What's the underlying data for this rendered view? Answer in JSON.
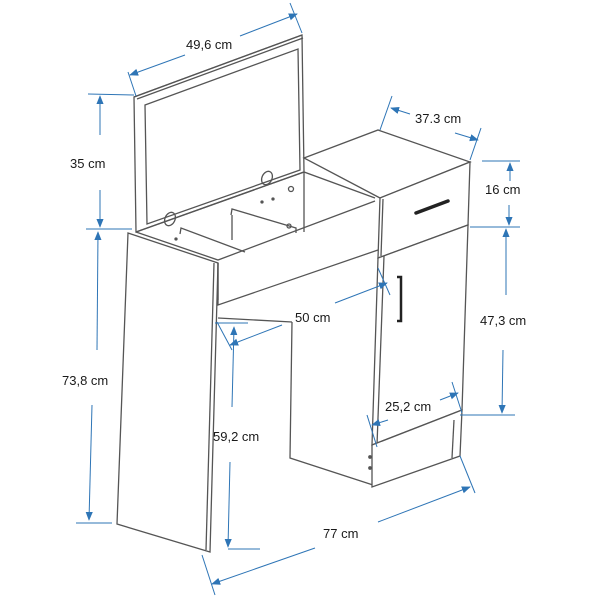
{
  "diagram": {
    "subject": "Dressing table with flip-up mirror, drawer and cabinet door — dimension drawing",
    "colors": {
      "line": "#555555",
      "dimension": "#2e75b6",
      "handle": "#222222",
      "background": "#ffffff"
    },
    "dimensions": {
      "mirror_width": "49,6 cm",
      "mirror_height": "35 cm",
      "cabinet_depth": "37.3 cm",
      "drawer_height": "16 cm",
      "door_height": "47,3 cm",
      "total_height": "73,8 cm",
      "inner_depth": "50 cm",
      "knee_height": "59,2 cm",
      "cabinet_width": "25,2 cm",
      "total_width": "77 cm"
    },
    "components": [
      "flip-up-mirror",
      "desk-top-compartment",
      "left-side-panel",
      "drawer",
      "cabinet-door",
      "back-panel"
    ]
  }
}
